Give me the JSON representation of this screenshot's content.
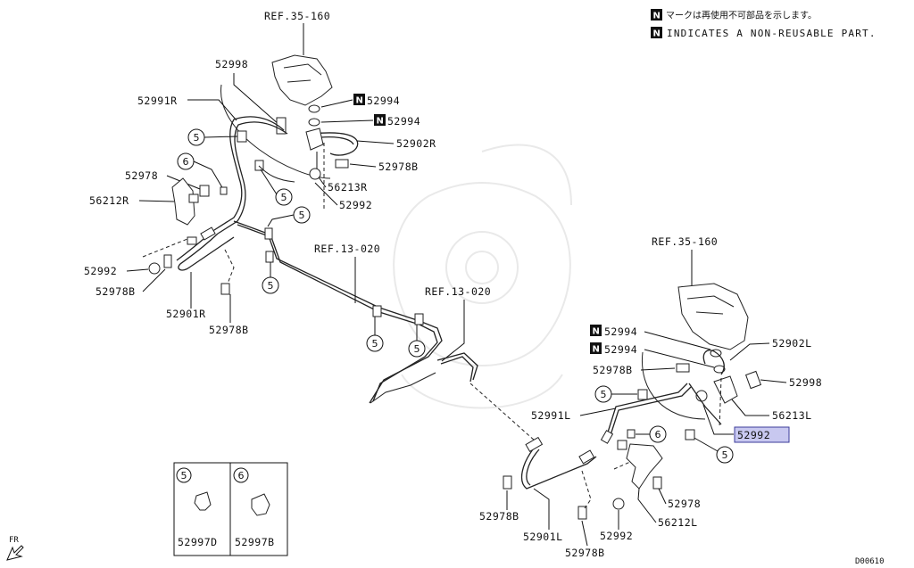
{
  "legend": {
    "jp_note": "マークは再使用不可部品を示します。",
    "en_note": "INDICATES A NON-REUSABLE PART.",
    "n_mark": "N"
  },
  "refs": {
    "ref_35_160_top": "REF.35-160",
    "ref_35_160_right": "REF.35-160",
    "ref_13_020_a": "REF.13-020",
    "ref_13_020_b": "REF.13-020"
  },
  "labels": {
    "p52998_r": "52998",
    "p52991r": "52991R",
    "p52994_r1": "52994",
    "p52994_r2": "52994",
    "p52902r": "52902R",
    "p52978b_r1": "52978B",
    "p56213r": "56213R",
    "p52992_r1": "52992",
    "p52978_r": "52978",
    "p56212r": "56212R",
    "p52992_r2": "52992",
    "p52978b_r2": "52978B",
    "p52901r": "52901R",
    "p52978b_r3": "52978B",
    "p52994_l1": "52994",
    "p52994_l2": "52994",
    "p52902l": "52902L",
    "p52978b_l1": "52978B",
    "p52998_l": "52998",
    "p52991l": "52991L",
    "p56213l": "56213L",
    "p52992_l1": "52992",
    "p52978_l": "52978",
    "p52978b_l2": "52978B",
    "p56212l": "56212L",
    "p52901l": "52901L",
    "p52992_l2": "52992",
    "p52978b_l3": "52978B"
  },
  "callouts": {
    "c5": "5",
    "c6": "6"
  },
  "inset": {
    "col1_no": "5",
    "col1_part": "52997D",
    "col2_no": "6",
    "col2_part": "52997B"
  },
  "fr_label": "FR",
  "diagram_code": "D00610",
  "highlight_colors": {
    "fill": "#c8c8f0",
    "border": "#3b3b9a"
  }
}
